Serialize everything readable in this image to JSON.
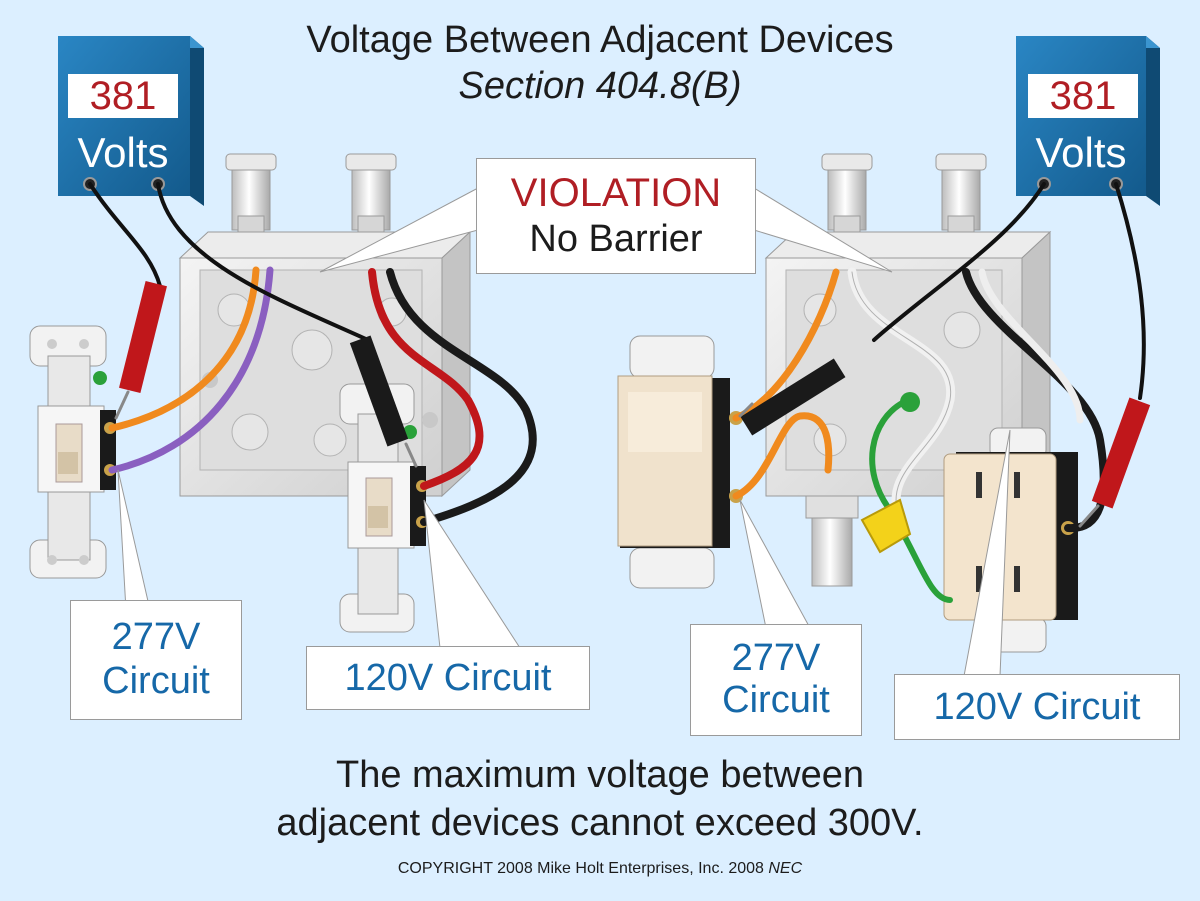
{
  "title": "Voltage Between Adjacent Devices",
  "subtitle": "Section 404.8(B)",
  "meters": {
    "left": {
      "reading": "381",
      "unit": "Volts"
    },
    "right": {
      "reading": "381",
      "unit": "Volts"
    }
  },
  "violation": {
    "line1": "VIOLATION",
    "line2": "No Barrier"
  },
  "callouts": {
    "left_277_line1": "277V",
    "left_277_line2": "Circuit",
    "left_120": "120V Circuit",
    "right_277_line1": "277V",
    "right_277_line2": "Circuit",
    "right_120": "120V Circuit"
  },
  "footer": {
    "line1": "The maximum voltage between",
    "line2": "adjacent devices cannot exceed 300V."
  },
  "copyright": {
    "text": "COPYRIGHT 2008  Mike Holt Enterprises, Inc. 2008 ",
    "nec": "NEC"
  },
  "colors": {
    "background": "#dcefff",
    "meter_blue": "#1b6fa8",
    "reading_red": "#b01e24",
    "callout_text": "#1668a8",
    "wire_orange": "#f08a1e",
    "wire_purple": "#8a5fc0",
    "wire_red": "#c0171b",
    "wire_black": "#1a1a1a",
    "wire_green": "#2aa13a",
    "wire_nut_yellow": "#f3d21a"
  }
}
